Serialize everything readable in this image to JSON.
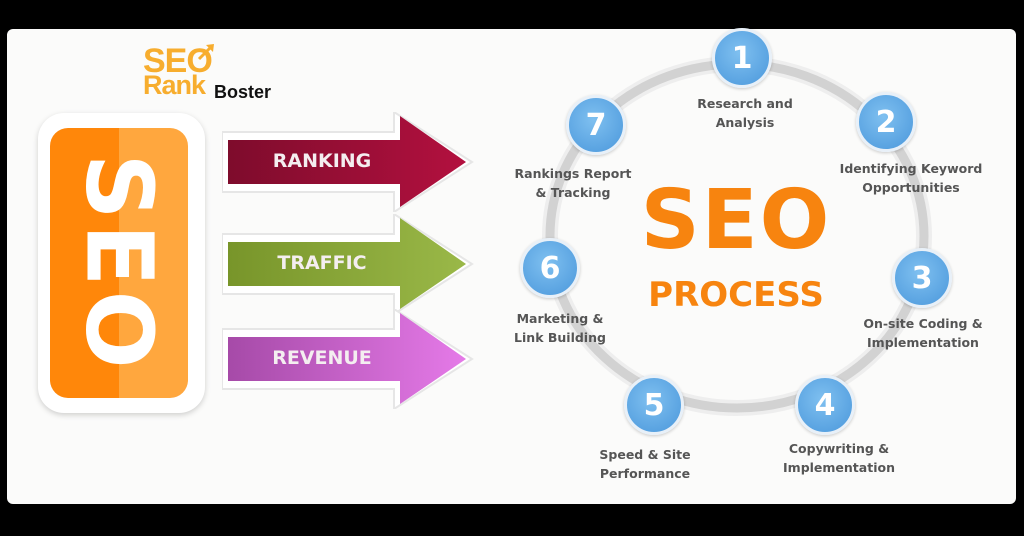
{
  "logo": {
    "line1": "SEO",
    "line2": "Rank",
    "brand": "Boster"
  },
  "left": {
    "seo_label": "SEO",
    "arrows": [
      {
        "label": "RANKING",
        "color_dark": "#7e0c2c",
        "color_light": "#b3103f"
      },
      {
        "label": "TRAFFIC",
        "color_dark": "#78952a",
        "color_light": "#9ab848"
      },
      {
        "label": "REVENUE",
        "color_dark": "#a64aa8",
        "color_light": "#e57ae8"
      }
    ]
  },
  "process": {
    "title": "SEO",
    "subtitle": "PROCESS",
    "steps": [
      {
        "num": "1",
        "line1": "Research and",
        "line2": "Analysis"
      },
      {
        "num": "2",
        "line1": "Identifying Keyword",
        "line2": "Opportunities"
      },
      {
        "num": "3",
        "line1": "On-site Coding &",
        "line2": "Implementation"
      },
      {
        "num": "4",
        "line1": "Copywriting &",
        "line2": "Implementation"
      },
      {
        "num": "5",
        "line1": "Speed & Site",
        "line2": "Performance"
      },
      {
        "num": "6",
        "line1": "Marketing &",
        "line2": "Link Building"
      },
      {
        "num": "7",
        "line1": "Rankings Report",
        "line2": "& Tracking"
      }
    ]
  },
  "colors": {
    "orange": "#f7840f",
    "blue": "#4a97db",
    "ring": "#d4d4d4"
  }
}
